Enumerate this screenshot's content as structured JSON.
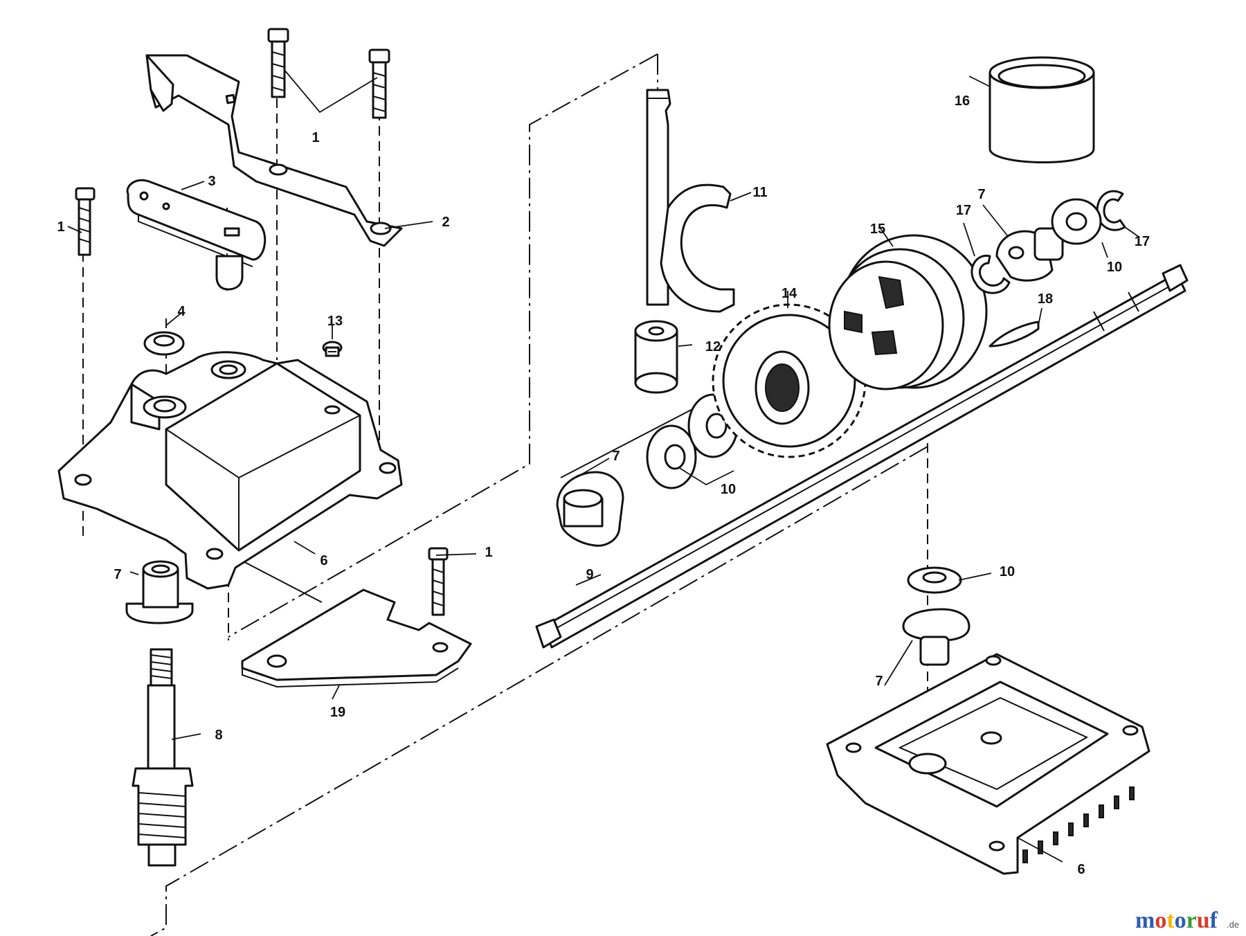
{
  "callouts": {
    "c1a": "1",
    "c1b": "1",
    "c1c": "1",
    "c2": "2",
    "c3": "3",
    "c4": "4",
    "c6a": "6",
    "c6b": "6",
    "c7a": "7",
    "c7b": "7",
    "c7c": "7",
    "c7d": "7",
    "c8": "8",
    "c9": "9",
    "c10a": "10",
    "c10b": "10",
    "c10c": "10",
    "c11": "11",
    "c12": "12",
    "c13": "13",
    "c14": "14",
    "c15": "15",
    "c16": "16",
    "c17a": "17",
    "c17b": "17",
    "c18": "18",
    "c19": "19"
  },
  "watermark": {
    "letters": [
      "m",
      "o",
      "t",
      "o",
      "r",
      "u",
      "f"
    ],
    "letter_colors": [
      "#2a5db0",
      "#d93a2b",
      "#f2b705",
      "#2a5db0",
      "#3a9a3a",
      "#d93a2b",
      "#2a5db0"
    ],
    "suffix": ".de"
  }
}
